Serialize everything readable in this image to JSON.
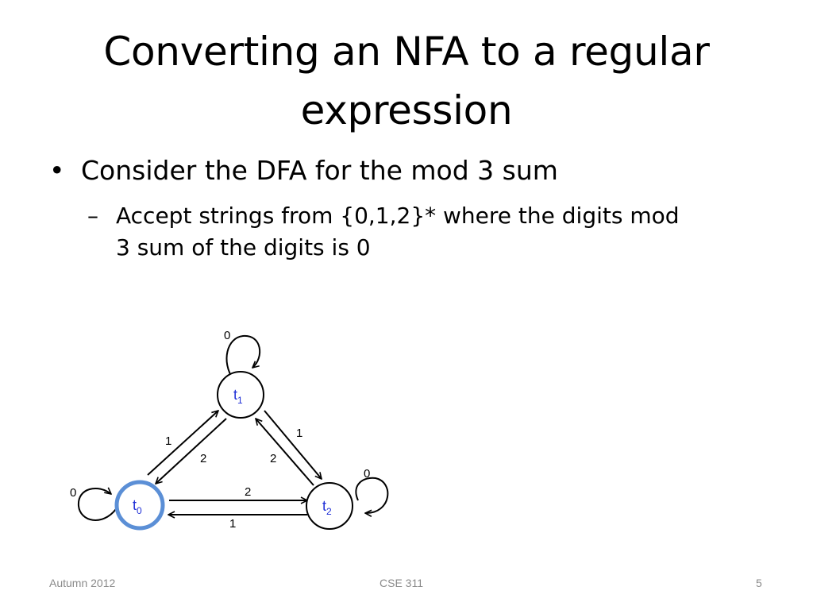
{
  "slide": {
    "title_lines": [
      "Converting an NFA to a regular",
      "expression"
    ],
    "bullet": {
      "marker": "•",
      "text": "Consider the DFA for the mod 3 sum"
    },
    "sub_bullet": {
      "marker": "–",
      "lines": [
        "Accept strings from {0,1,2}* where the digits mod",
        "3 sum of the digits is 0"
      ]
    }
  },
  "diagram": {
    "states": {
      "t0": {
        "base": "t",
        "sub": "0",
        "accepting": true
      },
      "t1": {
        "base": "t",
        "sub": "1",
        "accepting": false
      },
      "t2": {
        "base": "t",
        "sub": "2",
        "accepting": false
      }
    },
    "transitions": [
      {
        "from": "t0",
        "to": "t0",
        "label": "0"
      },
      {
        "from": "t1",
        "to": "t1",
        "label": "0"
      },
      {
        "from": "t2",
        "to": "t2",
        "label": "0"
      },
      {
        "from": "t0",
        "to": "t1",
        "label": "1"
      },
      {
        "from": "t1",
        "to": "t0",
        "label": "2"
      },
      {
        "from": "t1",
        "to": "t2",
        "label": "1"
      },
      {
        "from": "t2",
        "to": "t1",
        "label": "2"
      },
      {
        "from": "t0",
        "to": "t2",
        "label": "2"
      },
      {
        "from": "t2",
        "to": "t0",
        "label": "1"
      }
    ],
    "colors": {
      "state_label": "#1f2fd6",
      "accept_ring": "#5b8fd6",
      "stroke": "#000000"
    }
  },
  "footer": {
    "left": "Autumn 2012",
    "center": "CSE 311",
    "right": "5"
  }
}
